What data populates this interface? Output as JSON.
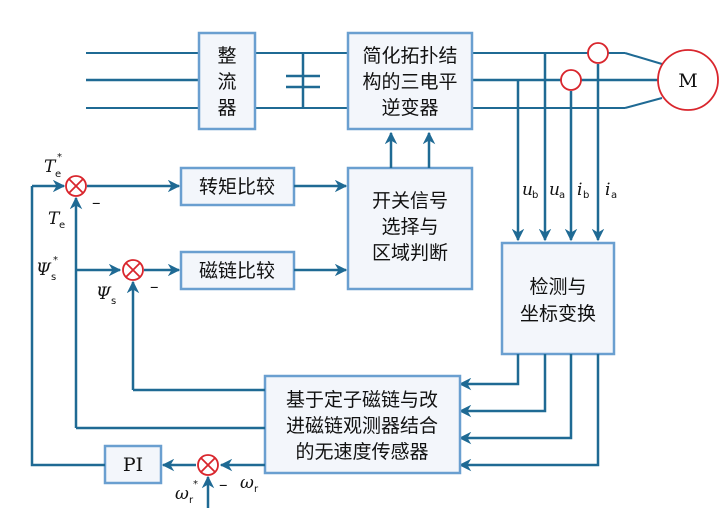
{
  "blocks": {
    "rectifier": [
      "整",
      "流",
      "器"
    ],
    "inverter": [
      "简化拓扑结",
      "构的三电平",
      "逆变器"
    ],
    "motor": "M",
    "torque_compare": "转矩比较",
    "flux_compare": "磁链比较",
    "switch_select": [
      "开关信号",
      "选择与",
      "区域判断"
    ],
    "detect_transform": [
      "检测与",
      "坐标变换"
    ],
    "sensorless": [
      "基于定子磁链与改",
      "进磁链观测器结合",
      "的无速度传感器"
    ],
    "pi": "PI"
  },
  "signals": {
    "te_ref": {
      "sym": "T",
      "sub": "e",
      "sup": "*"
    },
    "te": {
      "sym": "T",
      "sub": "e"
    },
    "psi_ref": {
      "sym": "Ψ",
      "sub": "s",
      "sup": "*"
    },
    "psi": {
      "sym": "Ψ",
      "sub": "s"
    },
    "ub": {
      "sym": "u",
      "sub": "b"
    },
    "ua": {
      "sym": "u",
      "sub": "a"
    },
    "ib": {
      "sym": "i",
      "sub": "b"
    },
    "ia": {
      "sym": "i",
      "sub": "a"
    },
    "wr_ref": {
      "sym": "ω",
      "sub": "r",
      "sup": "*"
    },
    "wr": {
      "sym": "ω",
      "sub": "r"
    },
    "minus": "–"
  },
  "colors": {
    "wire": "#1f6a94",
    "box_border": "#6a9fd0",
    "box_fill": "#f3f6fb",
    "accent": "#d9262d"
  }
}
